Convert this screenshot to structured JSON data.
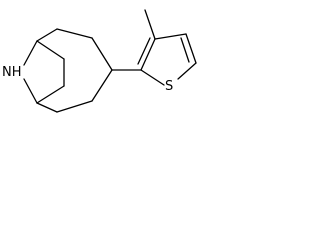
{
  "molecule": {
    "atoms": [
      {
        "id": "n-atom",
        "label": "NH"
      },
      {
        "id": "s-atom",
        "label": "S"
      }
    ]
  }
}
